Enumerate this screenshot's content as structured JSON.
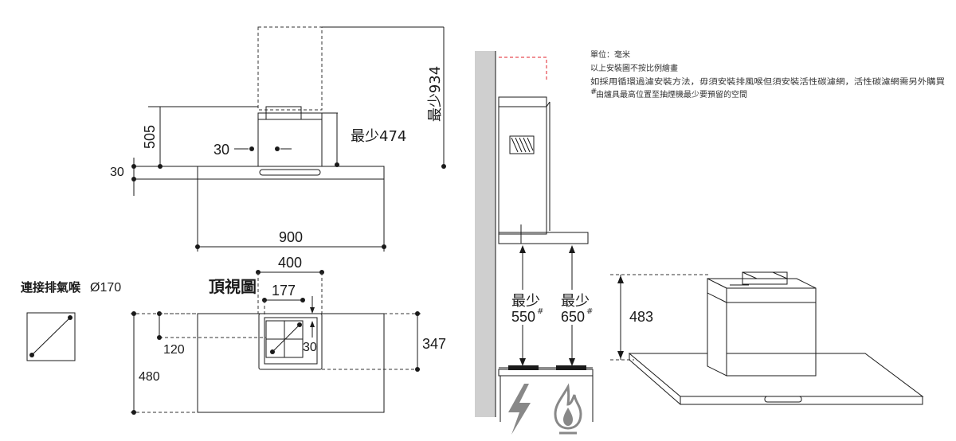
{
  "front_view": {
    "dim_chimney_max": "最少934",
    "dim_505": "505",
    "dim_30_left": "30",
    "dim_30_inner": "30",
    "dim_min_474": "最少474",
    "dim_900": "900"
  },
  "top_view": {
    "title": "頂視圖",
    "dim_400": "400",
    "dim_177": "177",
    "dim_120": "120",
    "dim_30": "30",
    "dim_347": "347",
    "dim_480": "480"
  },
  "duct": {
    "label": "連接排氣喉",
    "diameter": "Ø170"
  },
  "side_view": {
    "min_electric_label": "最少",
    "min_electric_value": "550",
    "min_gas_label": "最少",
    "min_gas_value": "650",
    "superscript": "#"
  },
  "iso_view": {
    "dim_483": "483"
  },
  "notes": {
    "unit": "單位：毫米",
    "scale": "以上安裝圖不按比例繪畫",
    "filter": "如採用循環過濾安裝方法，毋須安裝排風喉但須安裝活性碳濾網，活性碳濾網需另外購買",
    "footnote_mark": "#",
    "footnote": "由爐具最高位置至抽煙機最少要預留的空間"
  },
  "icons": [
    "electric-hob-icon",
    "gas-flame-icon"
  ],
  "colors": {
    "line": "#1a1a1a",
    "red_dash": "#e0202a",
    "wall": "#cfcfcf",
    "body": "#ffffff"
  }
}
